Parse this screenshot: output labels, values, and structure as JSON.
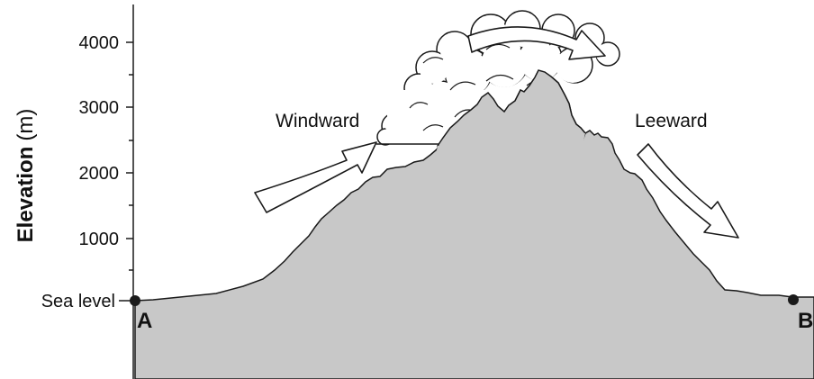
{
  "diagram": {
    "y_axis": {
      "title": "Elevation",
      "unit": "(m)",
      "ticks": [
        {
          "label": "4000",
          "value": 4000
        },
        {
          "label": "3000",
          "value": 3000
        },
        {
          "label": "2000",
          "value": 2000
        },
        {
          "label": "1000",
          "value": 1000
        },
        {
          "label": "Sea level",
          "value": 0
        }
      ]
    },
    "labels": {
      "windward": "Windward",
      "leeward": "Leeward",
      "point_a": "A",
      "point_b": "B"
    },
    "colors": {
      "terrain": "#c8c8c8",
      "outline": "#1a1a1a",
      "cloud_fill": "#ffffff",
      "arrow_fill": "#ffffff"
    }
  }
}
